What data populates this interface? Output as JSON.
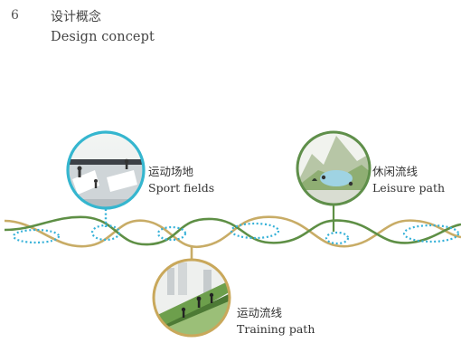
{
  "header": {
    "number": "6",
    "title_zh": "设计概念",
    "title_en": "Design concept"
  },
  "nodes": [
    {
      "key": "sport",
      "label_zh": "运动场地",
      "label_en": "Sport fields",
      "ring_color": "#35b6cf",
      "icon": "sport-fields-photo"
    },
    {
      "key": "leisure",
      "label_zh": "休闲流线",
      "label_en": "Leisure path",
      "ring_color": "#5f8f4a",
      "icon": "leisure-landscape-photo"
    },
    {
      "key": "training",
      "label_zh": "运动流线",
      "label_en": "Training path",
      "ring_color": "#c9a85b",
      "icon": "training-track-photo"
    }
  ],
  "colors": {
    "green_path": "#5e8f45",
    "gold_path": "#c8ac66",
    "dotted_blue": "#35b1d8"
  }
}
